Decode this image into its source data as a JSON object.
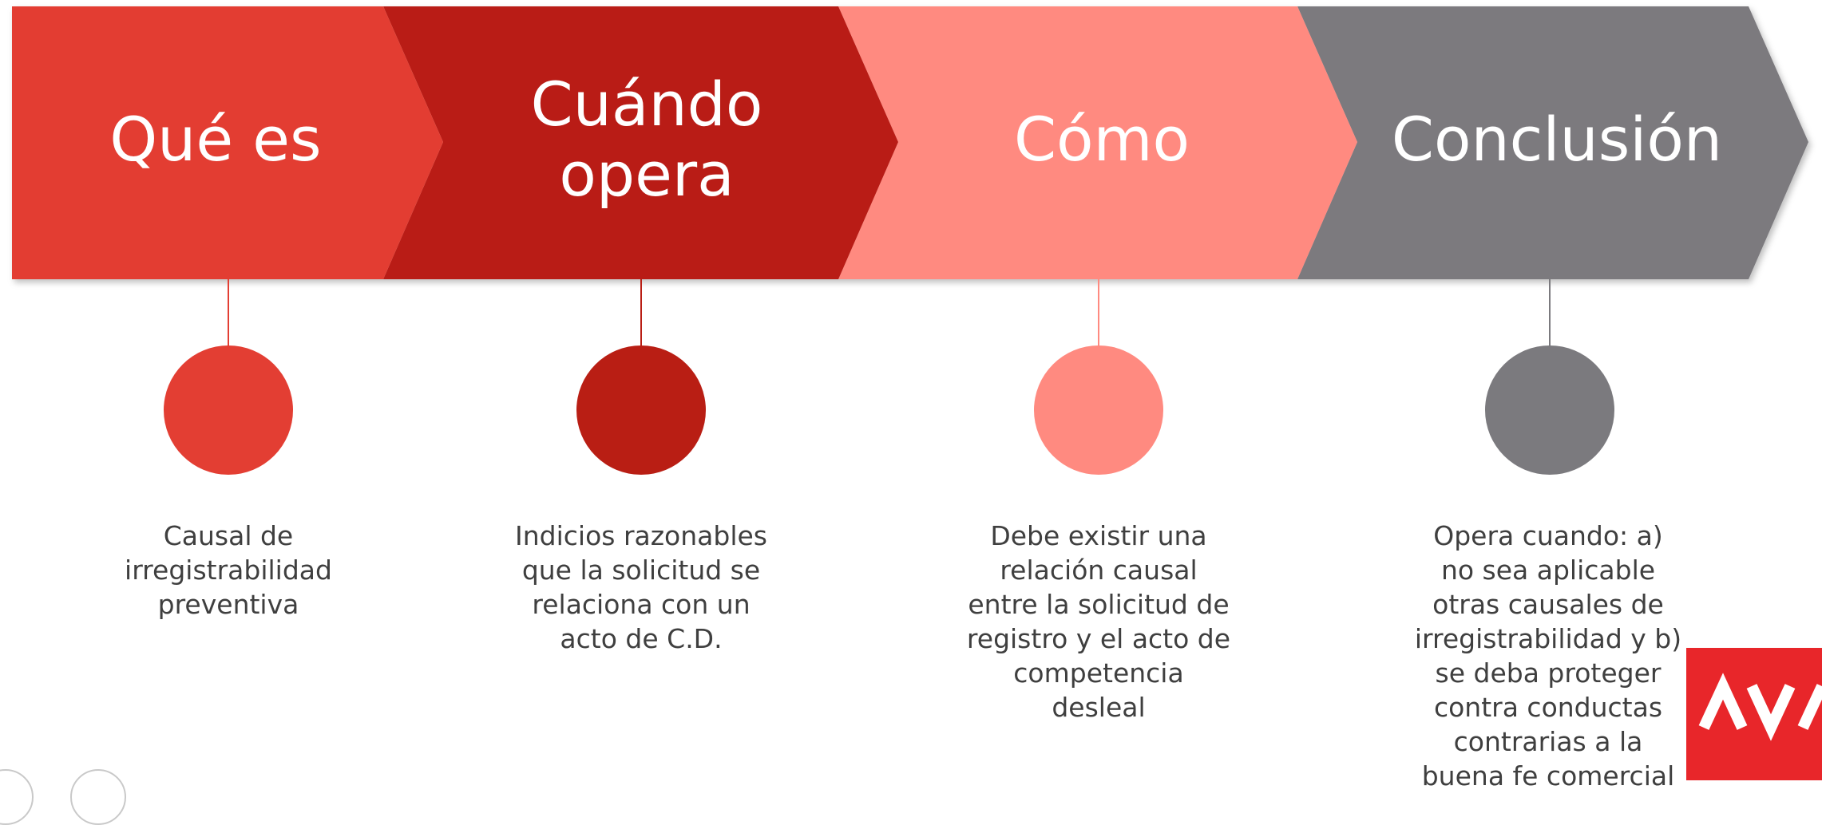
{
  "steps": [
    {
      "title": "Qué es",
      "description": "Causal de\nirregistrabilidad\npreventiva",
      "color": "#e33e33"
    },
    {
      "title": "Cuándo\nopera",
      "description": "Indicios razonables\nque la solicitud se\nrelaciona con un\nacto de C.D.",
      "color": "#b91e14"
    },
    {
      "title": "Cómo",
      "description": "Debe existir una\nrelación causal\nentre la solicitud de\nregistro y el acto de\ncompetencia\ndesleal",
      "color": "#ff8a80"
    },
    {
      "title": "Conclusión",
      "description": "Opera cuando: a)\nno sea aplicable\notras causales de\nirregistrabilidad y b)\nse deba proteger\ncontra conductas\ncontrarias a la\nbuena fe comercial",
      "color": "#7b7a7e"
    }
  ],
  "colors": {
    "logo": "#e8262a",
    "connector": "#d08a85"
  }
}
